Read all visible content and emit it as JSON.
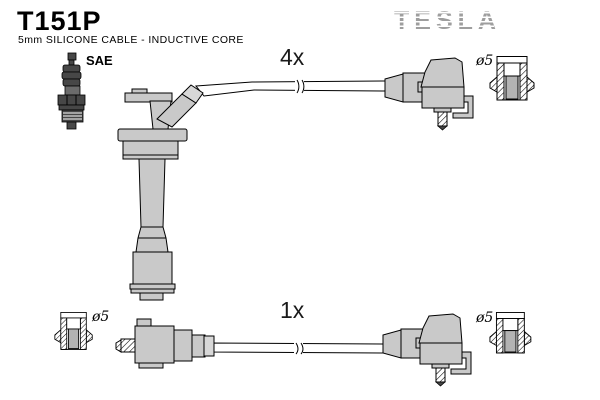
{
  "header": {
    "part_number": "T151P",
    "description": "5mm SILICONE CABLE - INDUCTIVE CORE",
    "brand_logo": "TESLA"
  },
  "labels": {
    "spark_plug_standard": "SAE",
    "quantity_long_cables": "4x",
    "quantity_short_cables": "1x",
    "terminal_diameter_top_right": "ø5",
    "terminal_diameter_bottom_left": "ø5",
    "terminal_diameter_bottom_right": "ø5"
  },
  "icons": {
    "spark_plug": "spark-plug-icon",
    "terminal_cross_section": "terminal-cross-section-icon",
    "cable_break": "cable-break-mark-icon"
  },
  "colors": {
    "part_fill": "#c9c9c9",
    "part_fill_light": "#d8d8d8",
    "outline": "#000000",
    "brand_gray": "#9e9e9e",
    "terminal_core": "#b3b3b3",
    "plug_dark": "#474747",
    "plug_mid": "#6b6b6b",
    "background": "#ffffff"
  }
}
